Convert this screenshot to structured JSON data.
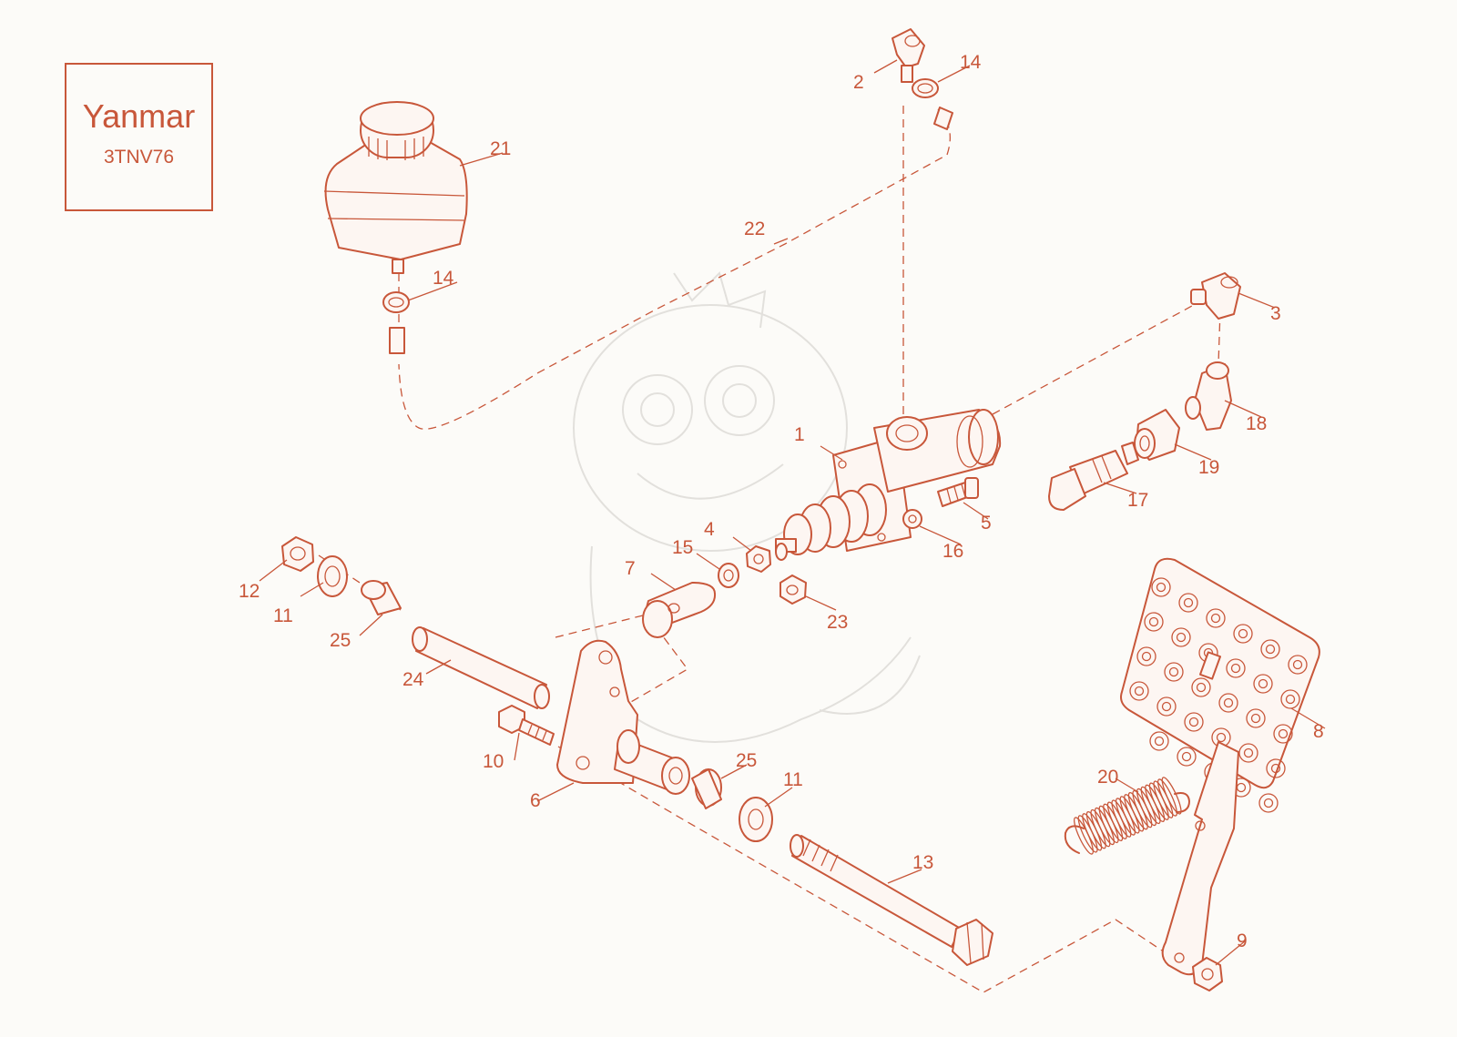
{
  "title": {
    "brand": "Yanmar",
    "model": "3TNV76"
  },
  "colors": {
    "accent": "#c8573a",
    "background": "#fcfbf8"
  },
  "callouts": [
    "1",
    "2",
    "3",
    "4",
    "5",
    "6",
    "7",
    "8",
    "9",
    "10",
    "11",
    "11",
    "12",
    "13",
    "14",
    "14",
    "15",
    "16",
    "17",
    "18",
    "19",
    "20",
    "21",
    "22",
    "23",
    "24",
    "25",
    "25"
  ]
}
